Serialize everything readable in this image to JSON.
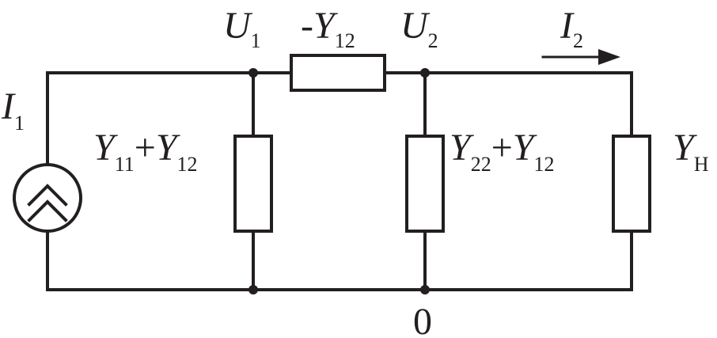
{
  "circuit": {
    "source": {
      "symbol": "I",
      "sub": "1"
    },
    "node1": {
      "symbol": "U",
      "sub": "1"
    },
    "node2": {
      "symbol": "U",
      "sub": "2"
    },
    "series": {
      "prefix": "-",
      "symbol": "Y",
      "sub": "12"
    },
    "output_current": {
      "symbol": "I",
      "sub": "2"
    },
    "shunt1": {
      "a_sym": "Y",
      "a_sub": "11",
      "op": "+",
      "b_sym": "Y",
      "b_sub": "12"
    },
    "shunt2": {
      "a_sym": "Y",
      "a_sub": "22",
      "op": "+",
      "b_sym": "Y",
      "b_sub": "12"
    },
    "load": {
      "symbol": "Y",
      "sub": "H"
    },
    "ground": {
      "label": "0"
    }
  },
  "colors": {
    "ink": "#231f20",
    "background": "#ffffff"
  }
}
